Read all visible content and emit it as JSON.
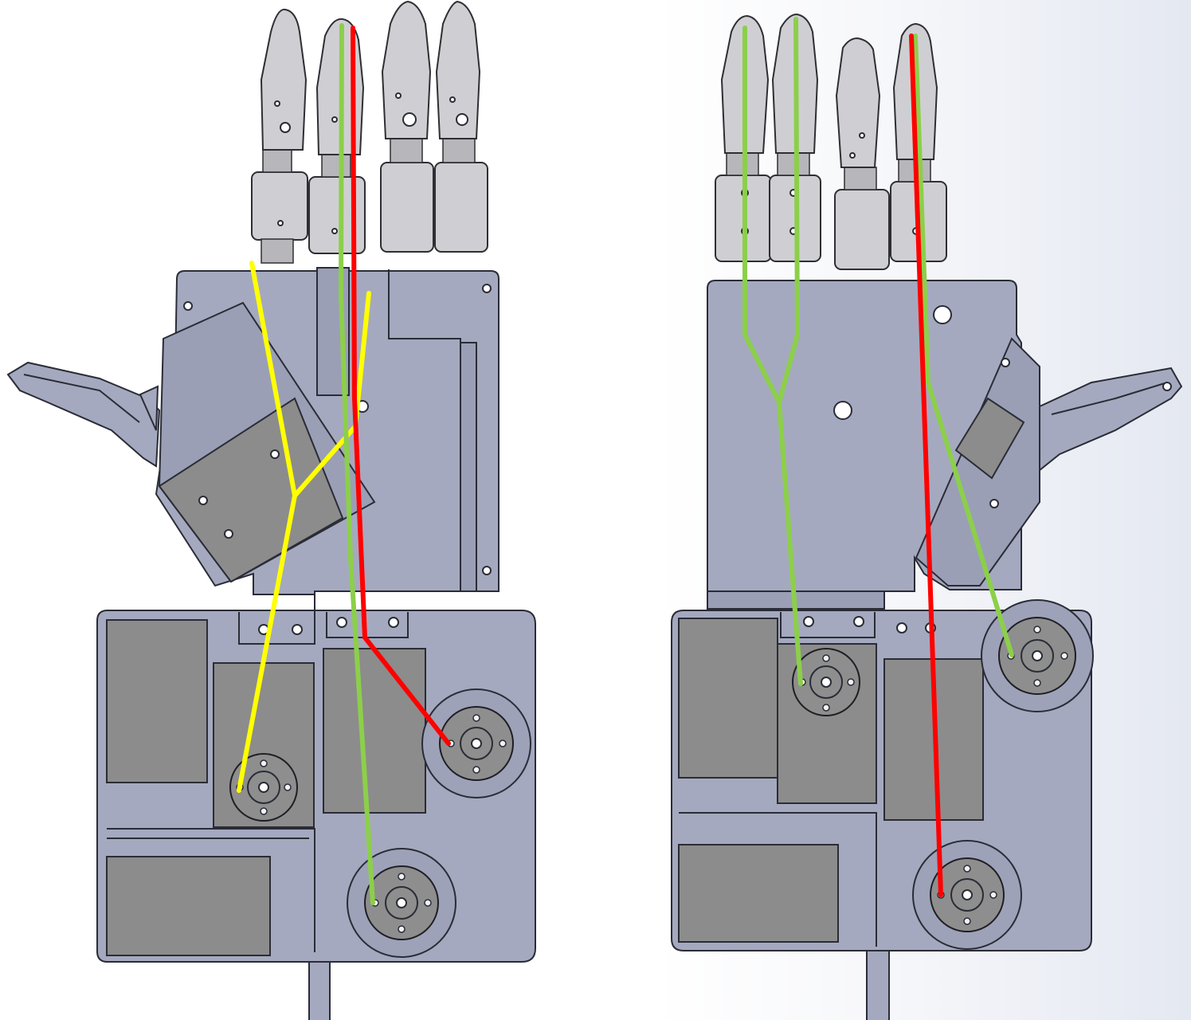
{
  "figure": {
    "panels": [
      {
        "name": "left-hand-view",
        "tendon_routes": [
          {
            "color_name": "red",
            "color": "#ff0000"
          },
          {
            "color_name": "green",
            "color": "#8ccf4a"
          },
          {
            "color_name": "yellow",
            "color": "#ffff00"
          }
        ]
      },
      {
        "name": "right-hand-view",
        "tendon_routes": [
          {
            "color_name": "red",
            "color": "#ff0000"
          },
          {
            "color_name": "green",
            "color": "#8ccf4a"
          }
        ]
      }
    ],
    "colors": {
      "chassis": "#a5a9bf",
      "servo": "#8c8c8c",
      "finger": "#cfcfd3",
      "red_route": "#ff0000",
      "green_route": "#8ccf4a",
      "yellow_route": "#ffff00"
    }
  }
}
